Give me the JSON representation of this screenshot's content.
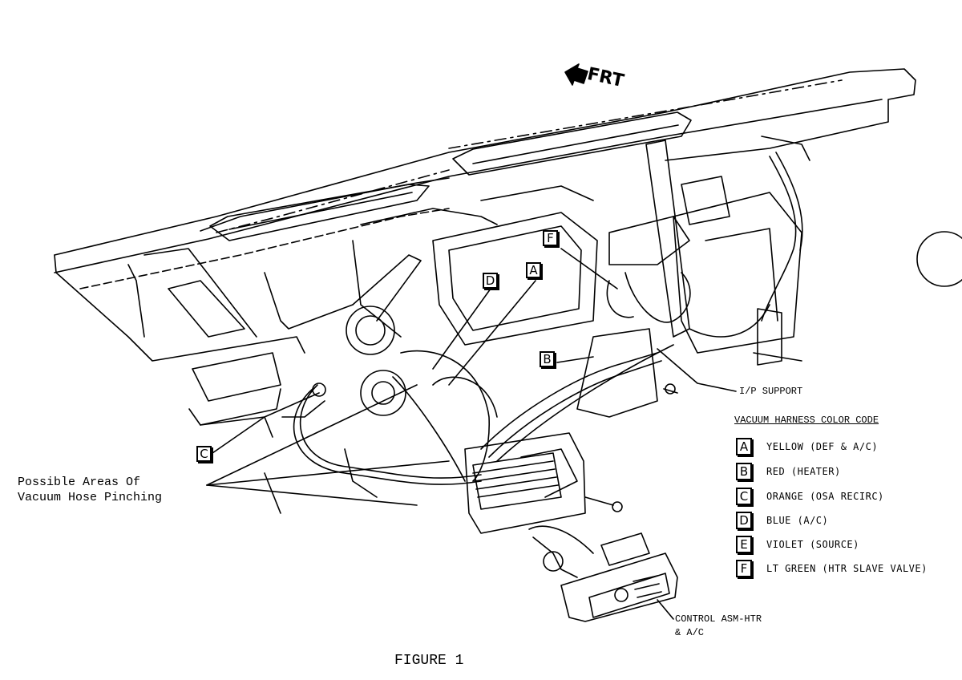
{
  "front_indicator": {
    "label": "FRT",
    "icon": "arrow-left-icon"
  },
  "callouts": {
    "a": "A",
    "b": "B",
    "c": "C",
    "d": "D",
    "f": "F"
  },
  "labels": {
    "ip_support": "I/P SUPPORT",
    "pinching_line1": "Possible Areas Of",
    "pinching_line2": "Vacuum Hose Pinching",
    "control_line1": "CONTROL ASM-HTR",
    "control_line2": "& A/C",
    "figure_caption": "FIGURE 1"
  },
  "legend": {
    "title": "VACUUM HARNESS COLOR CODE",
    "items": [
      {
        "key": "A",
        "text": "YELLOW (DEF & A/C)"
      },
      {
        "key": "B",
        "text": "RED (HEATER)"
      },
      {
        "key": "C",
        "text": "ORANGE (OSA RECIRC)"
      },
      {
        "key": "D",
        "text": "BLUE (A/C)"
      },
      {
        "key": "E",
        "text": "VIOLET (SOURCE)"
      },
      {
        "key": "F",
        "text": "LT GREEN (HTR SLAVE VALVE)"
      }
    ]
  }
}
